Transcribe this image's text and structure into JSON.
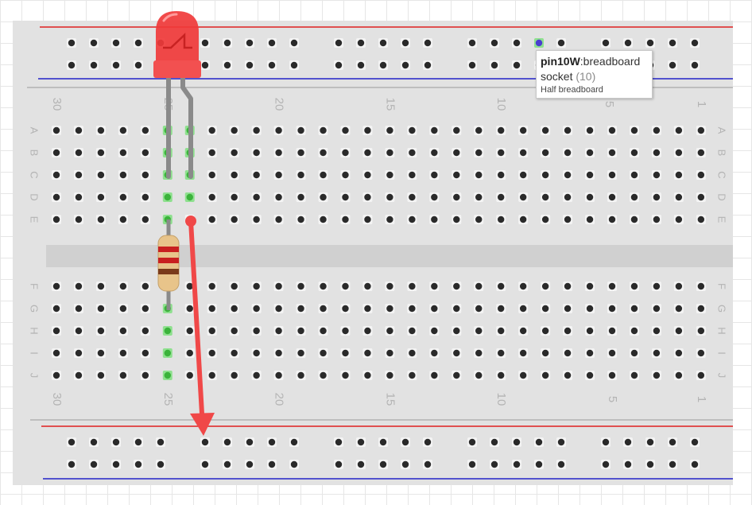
{
  "breadboard": {
    "name": "Half breadboard",
    "rows_top": [
      "A",
      "B",
      "C",
      "D",
      "E"
    ],
    "rows_bottom": [
      "F",
      "G",
      "H",
      "I",
      "J"
    ],
    "column_labels": [
      "30",
      "25",
      "20",
      "15",
      "10",
      "5",
      "1"
    ],
    "colors": {
      "board": "#e2e2e2",
      "rail_positive": "#e02020",
      "rail_negative": "#2323c8",
      "connected_hole": "#6fd36f",
      "hovered_hole": "#4a3fd0",
      "wire": "#f04848"
    }
  },
  "tooltip": {
    "pin": "pin10W",
    "part": ":breadboard",
    "type": "socket",
    "count": "(10)",
    "title": "Half breadboard"
  },
  "components": {
    "led": {
      "color": "#f03a3a",
      "icon": "led-icon"
    },
    "resistor": {
      "bands": [
        "#c82020",
        "#c82020",
        "#7a3a1a"
      ],
      "icon": "resistor-icon"
    },
    "wire": {
      "icon": "wire-icon"
    }
  }
}
